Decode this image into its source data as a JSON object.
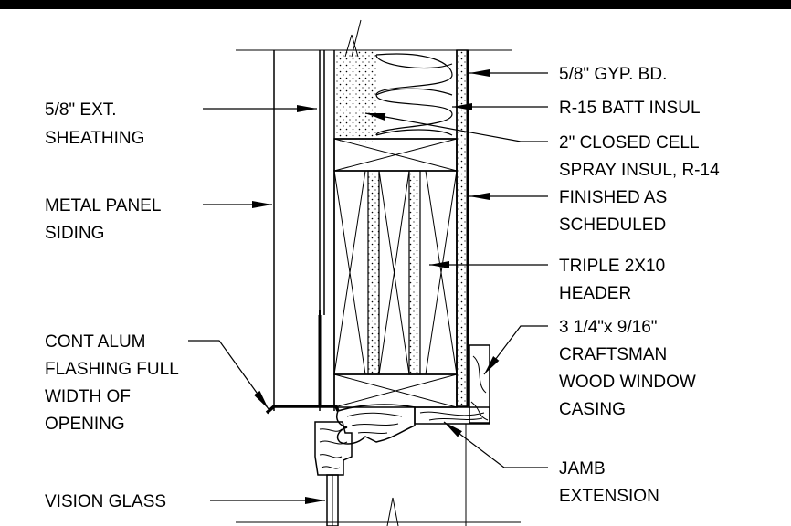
{
  "colors": {
    "ink": "#000000",
    "paper": "#ffffff"
  },
  "labels": {
    "ext_sheathing": [
      "5/8\" EXT.",
      "SHEATHING"
    ],
    "metal_panel": [
      "METAL PANEL",
      "SIDING"
    ],
    "flashing": [
      "CONT  ALUM",
      "FLASHING FULL",
      "WIDTH OF",
      "OPENING"
    ],
    "vision_glass": [
      "VISION GLASS"
    ],
    "gyp_bd": [
      "5/8\" GYP. BD."
    ],
    "batt": [
      "R-15 BATT INSUL"
    ],
    "spray": [
      "2\" CLOSED CELL",
      "SPRAY INSUL, R-14"
    ],
    "finished": [
      "FINISHED AS",
      "SCHEDULED"
    ],
    "header": [
      "TRIPLE  2X10",
      "HEADER"
    ],
    "casing": [
      "3 1/4\"x 9/16\"",
      "CRAFTSMAN",
      "WOOD WINDOW",
      "CASING"
    ],
    "jamb": [
      "JAMB",
      "EXTENSION"
    ]
  }
}
